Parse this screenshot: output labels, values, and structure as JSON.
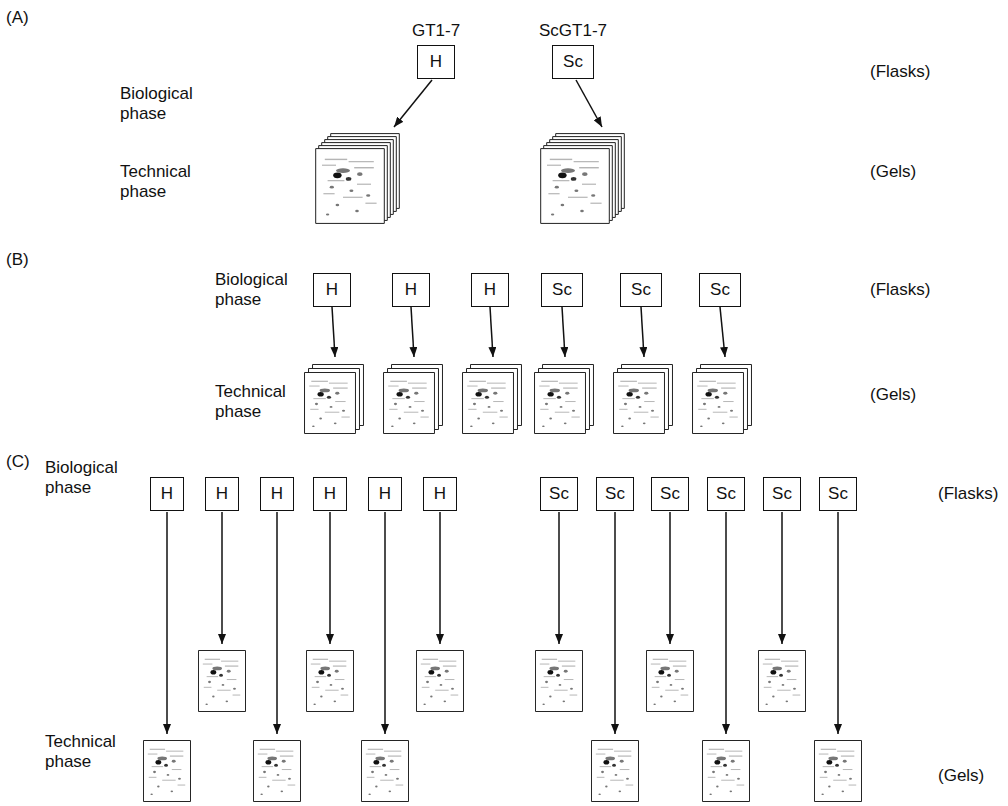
{
  "diagram": {
    "nodes": [
      {
        "text": [
          "GT1-7",
          "H"
        ]
      },
      {
        "text": [
          "ScGT1-7",
          "Sc"
        ]
      },
      {
        "text": [
          "H"
        ]
      },
      {
        "text": [
          "H"
        ]
      },
      {
        "text": [
          "H"
        ]
      },
      {
        "text": [
          "Sc"
        ]
      },
      {
        "text": [
          "Sc"
        ]
      },
      {
        "text": [
          "Sc"
        ]
      },
      {
        "text": [
          "H"
        ]
      },
      {
        "text": [
          "H"
        ]
      },
      {
        "text": [
          "H"
        ]
      },
      {
        "text": [
          "H"
        ]
      },
      {
        "text": [
          "H"
        ]
      },
      {
        "text": [
          "H"
        ]
      },
      {
        "text": [
          "Sc"
        ]
      },
      {
        "text": [
          "Sc"
        ]
      },
      {
        "text": [
          "Sc"
        ]
      },
      {
        "text": [
          "Sc"
        ]
      },
      {
        "text": [
          "Sc"
        ]
      },
      {
        "text": [
          "Sc"
        ]
      }
    ],
    "labels": [
      "(A)",
      "Biological phase",
      "(Flasks)",
      "Technical phase",
      "(Gels)",
      "(B)",
      "Biological phase",
      "(Flasks)",
      "Technical phase",
      "(Gels)",
      "(C)",
      "Biological phase",
      "(Flasks)",
      "Technical phase",
      "(Gels)"
    ]
  }
}
